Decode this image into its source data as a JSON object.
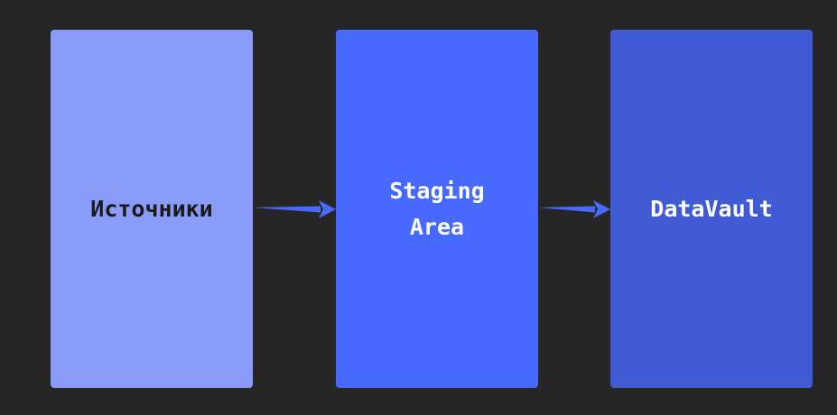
{
  "background_color": "#262626",
  "blocks": [
    {
      "id": "sources",
      "label": "Источники",
      "fill": "#8a9cf8",
      "text_color": "#1a1a1a"
    },
    {
      "id": "staging",
      "label": "Staging\nArea",
      "fill": "#4769fd",
      "text_color": "#ffffff"
    },
    {
      "id": "datavault",
      "label": "DataVault",
      "fill": "#405bd3",
      "text_color": "#ffffff"
    }
  ],
  "arrows": [
    {
      "from": "sources",
      "to": "staging",
      "color": "#4769fd"
    },
    {
      "from": "staging",
      "to": "datavault",
      "color": "#4769fd"
    }
  ]
}
